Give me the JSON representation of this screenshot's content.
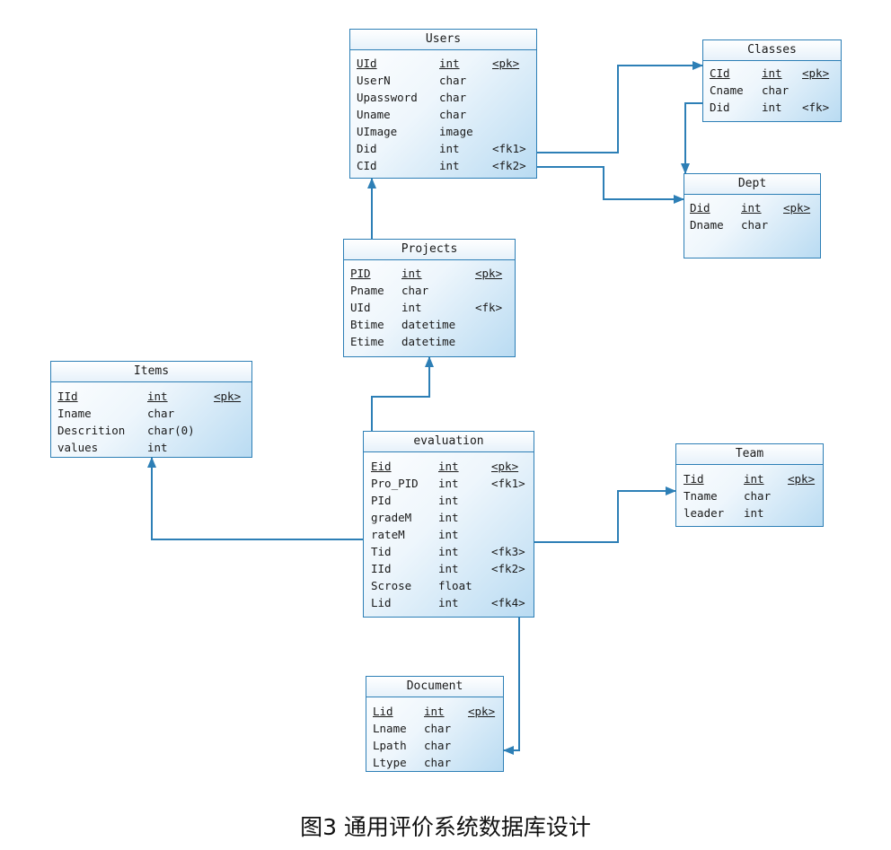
{
  "caption": "图3  通用评价系统数据库设计",
  "entities": {
    "users": {
      "name": "Users",
      "attributes": [
        {
          "name": "UId",
          "type": "int",
          "key": "<pk>",
          "underline": true
        },
        {
          "name": "UserN",
          "type": "char",
          "key": ""
        },
        {
          "name": "Upassword",
          "type": "char",
          "key": ""
        },
        {
          "name": "Uname",
          "type": "char",
          "key": ""
        },
        {
          "name": "UImage",
          "type": "image",
          "key": ""
        },
        {
          "name": "Did",
          "type": "int",
          "key": "<fk1>"
        },
        {
          "name": "CId",
          "type": "int",
          "key": "<fk2>"
        }
      ]
    },
    "classes": {
      "name": "Classes",
      "attributes": [
        {
          "name": "CId",
          "type": "int",
          "key": "<pk>",
          "underline": true
        },
        {
          "name": "Cname",
          "type": "char",
          "key": ""
        },
        {
          "name": "Did",
          "type": "int",
          "key": "<fk>"
        }
      ]
    },
    "dept": {
      "name": "Dept",
      "attributes": [
        {
          "name": "Did",
          "type": "int",
          "key": "<pk>",
          "underline": true
        },
        {
          "name": "Dname",
          "type": "char",
          "key": ""
        }
      ]
    },
    "projects": {
      "name": "Projects",
      "attributes": [
        {
          "name": "PID",
          "type": "int",
          "key": "<pk>",
          "underline": true
        },
        {
          "name": "Pname",
          "type": "char",
          "key": ""
        },
        {
          "name": "UId",
          "type": "int",
          "key": "<fk>"
        },
        {
          "name": "Btime",
          "type": "datetime",
          "key": ""
        },
        {
          "name": "Etime",
          "type": "datetime",
          "key": ""
        }
      ]
    },
    "items": {
      "name": "Items",
      "attributes": [
        {
          "name": "IId",
          "type": "int",
          "key": "<pk>",
          "underline": true
        },
        {
          "name": "Iname",
          "type": "char",
          "key": ""
        },
        {
          "name": "Descrition",
          "type": "char(0)",
          "key": ""
        },
        {
          "name": "values",
          "type": "int",
          "key": ""
        }
      ]
    },
    "evaluation": {
      "name": "evaluation",
      "attributes": [
        {
          "name": "Eid",
          "type": "int",
          "key": "<pk>",
          "underline": true
        },
        {
          "name": "Pro_PID",
          "type": "int",
          "key": "<fk1>"
        },
        {
          "name": "PId",
          "type": "int",
          "key": ""
        },
        {
          "name": "gradeM",
          "type": "int",
          "key": ""
        },
        {
          "name": "rateM",
          "type": "int",
          "key": ""
        },
        {
          "name": "Tid",
          "type": "int",
          "key": "<fk3>"
        },
        {
          "name": "IId",
          "type": "int",
          "key": "<fk2>"
        },
        {
          "name": "Scrose",
          "type": "float",
          "key": ""
        },
        {
          "name": "Lid",
          "type": "int",
          "key": "<fk4>"
        }
      ]
    },
    "team": {
      "name": "Team",
      "attributes": [
        {
          "name": "Tid",
          "type": "int",
          "key": "<pk>",
          "underline": true
        },
        {
          "name": "Tname",
          "type": "char",
          "key": ""
        },
        {
          "name": "leader",
          "type": "int",
          "key": ""
        }
      ]
    },
    "document": {
      "name": "Document",
      "attributes": [
        {
          "name": "Lid",
          "type": "int",
          "key": "<pk>",
          "underline": true
        },
        {
          "name": "Lname",
          "type": "char",
          "key": ""
        },
        {
          "name": "Lpath",
          "type": "char",
          "key": ""
        },
        {
          "name": "Ltype",
          "type": "char",
          "key": ""
        }
      ]
    }
  },
  "relationships": [
    {
      "from": "users",
      "to": "classes"
    },
    {
      "from": "users",
      "to": "dept"
    },
    {
      "from": "classes",
      "to": "dept"
    },
    {
      "from": "projects",
      "to": "users"
    },
    {
      "from": "evaluation",
      "to": "projects"
    },
    {
      "from": "evaluation",
      "to": "items"
    },
    {
      "from": "evaluation",
      "to": "team"
    },
    {
      "from": "evaluation",
      "to": "document"
    }
  ],
  "colors": {
    "line": "#2d7fb6",
    "box_fill_start": "#ffffff",
    "box_fill_end": "#b9dbf2"
  }
}
